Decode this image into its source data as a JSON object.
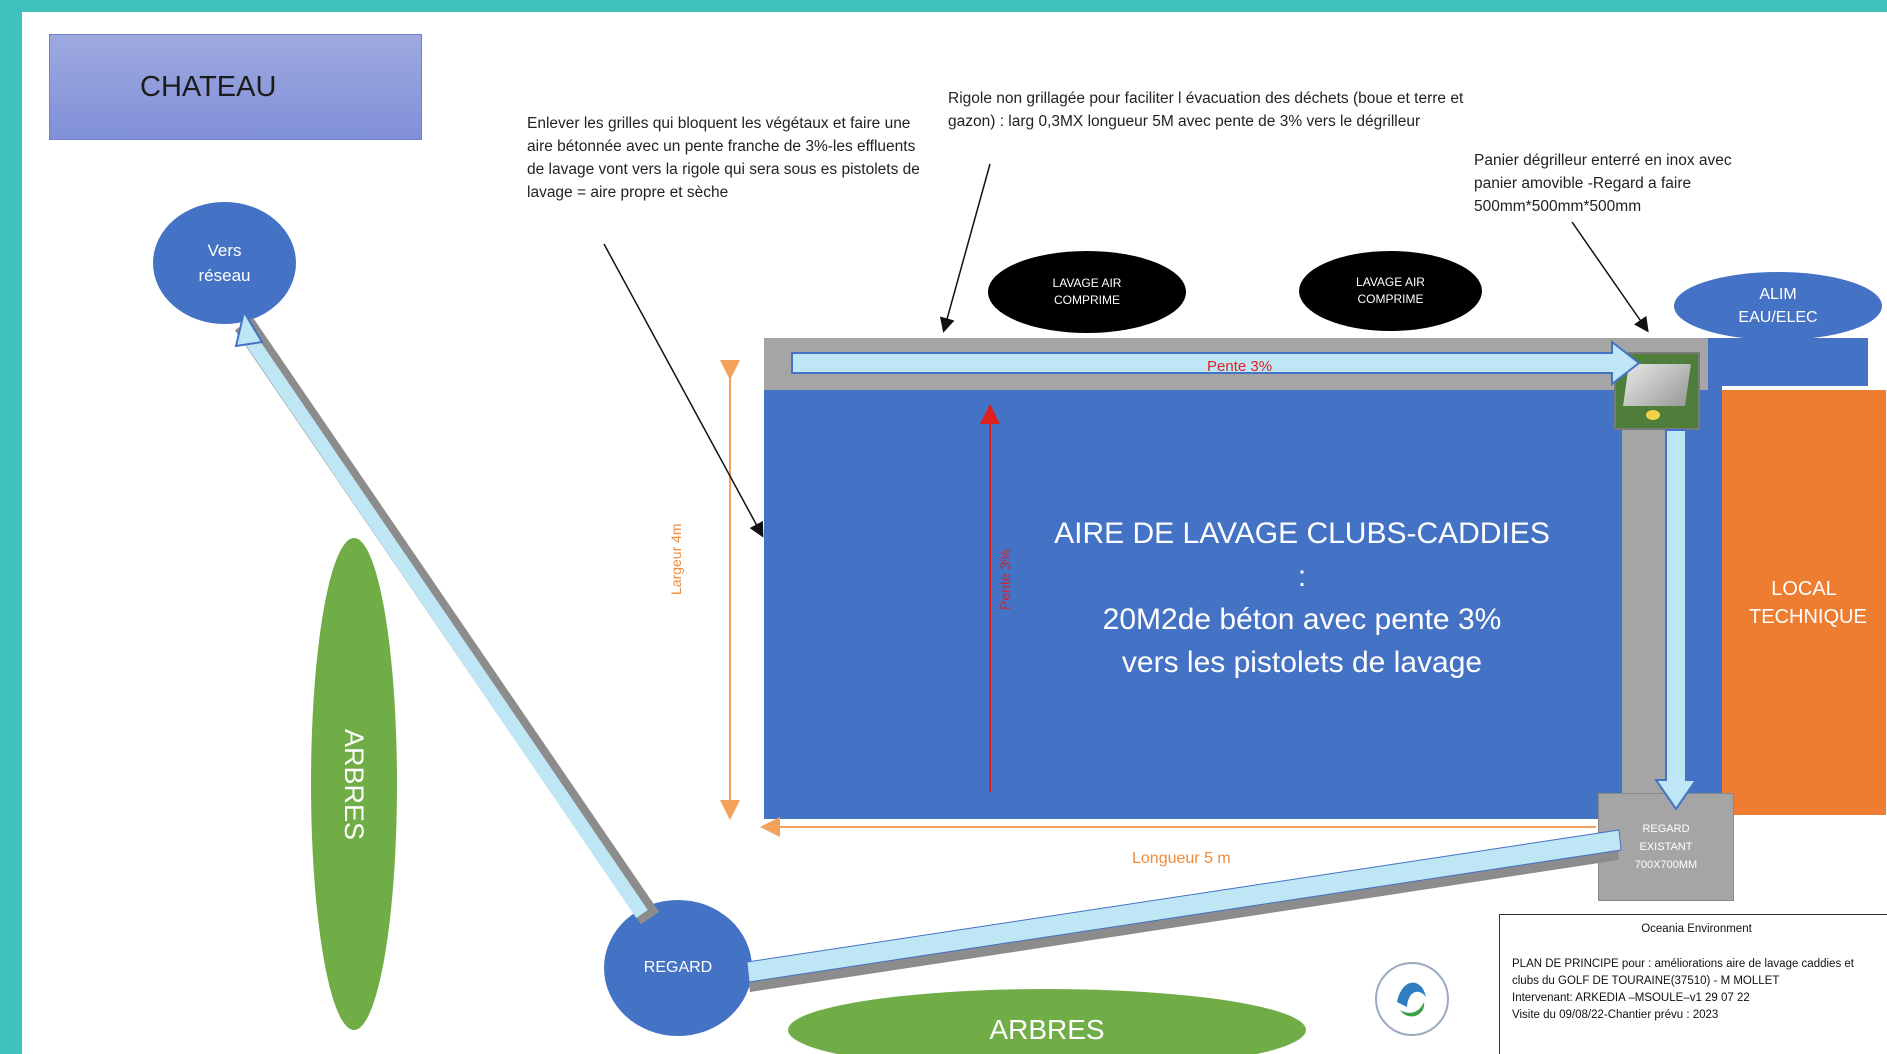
{
  "chateau": "CHATEAU",
  "notes": {
    "grilles": "Enlever les grilles qui bloquent les végétaux et faire une aire bétonnée avec un pente franche de 3%-les effluents de lavage vont vers la rigole qui sera sous es pistolets de lavage = aire propre et sèche",
    "rigole": "Rigole non grillagée pour faciliter l évacuation des déchets (boue et terre et gazon) : larg 0,3MX  longueur 5M avec pente de 3% vers le dégrilleur",
    "panier": "Panier dégrilleur enterré en inox avec panier amovible -Regard a faire 500mm*500mm*500mm"
  },
  "labels": {
    "vers_reseau": "Vers réseau",
    "lavage_air_1": "LAVAGE AIR COMPRIME",
    "lavage_air_2": "LAVAGE AIR COMPRIME",
    "alim": "ALIM EAU/ELEC",
    "pente_h": "Pente 3%",
    "pente_v": "Pente 3%",
    "largeur": "Largeur 4m",
    "longueur": "Longueur 5 m",
    "aire_line1": "AIRE DE LAVAGE CLUBS-CADDIES :",
    "aire_line2": "20M2de béton avec pente 3%",
    "aire_line3": "vers les pistolets de lavage",
    "local": "LOCAL TECHNIQUE",
    "regard_existant": "REGARD EXISTANT 700X700MM",
    "regard": "REGARD",
    "arbres_left": "ARBRES",
    "arbres_bottom": "ARBRES"
  },
  "legend": {
    "title": "Oceania Environment",
    "line1": "PLAN DE PRINCIPE  pour  : améliorations aire de lavage caddies et clubs du GOLF DE TOURAINE(37510) - M MOLLET",
    "line2": "Intervenant: ARKEDIA –MSOULE–v1 29 07 22",
    "line3": "Visite du 09/08/22-Chantier prévu : 2023"
  },
  "colors": {
    "background": "#3fc1bd",
    "area": "#4472c4",
    "local": "#ed7d31",
    "trees": "#70ad47",
    "pipe": "#bfe6f5",
    "pente": "#e02020",
    "dimension": "#f4a15c"
  }
}
